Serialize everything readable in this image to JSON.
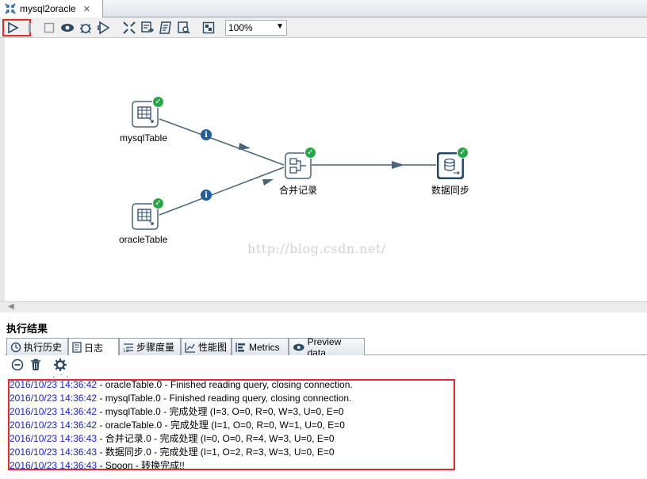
{
  "tab": {
    "title": "mysql2oracle",
    "close": "✕"
  },
  "toolbar": {
    "icons": [
      "run-icon",
      "stop-icon",
      "preview-icon",
      "debug-icon",
      "replay-icon",
      "verify-icon",
      "impact-icon",
      "sql-icon",
      "explore-db-icon",
      "show-results-icon"
    ],
    "zoom": "100%"
  },
  "canvas": {
    "steps": {
      "mysqlTable": "mysqlTable",
      "oracleTable": "oracleTable",
      "merge": "合并记录",
      "sync": "数据同步"
    },
    "watermark": "http://blog.csdn.net/"
  },
  "results": {
    "title": "执行结果",
    "tabs": [
      "执行历史",
      "日志",
      "步骤度量",
      "性能图",
      "Metrics",
      "Preview data"
    ]
  },
  "log": {
    "partial": ". ~ .",
    "lines": [
      {
        "ts": "2016/10/23 14:36:42",
        "msg": " - oracleTable.0 - Finished reading query, closing connection."
      },
      {
        "ts": "2016/10/23 14:36:42",
        "msg": " - mysqlTable.0 - Finished reading query, closing connection."
      },
      {
        "ts": "2016/10/23 14:36:42",
        "msg": " - mysqlTable.0 - 完成处理 (I=3, O=0, R=0, W=3, U=0, E=0"
      },
      {
        "ts": "2016/10/23 14:36:42",
        "msg": " - oracleTable.0 - 完成处理 (I=1, O=0, R=0, W=1, U=0, E=0"
      },
      {
        "ts": "2016/10/23 14:36:43",
        "msg": " - 合并记录.0 - 完成处理 (I=0, O=0, R=4, W=3, U=0, E=0"
      },
      {
        "ts": "2016/10/23 14:36:43",
        "msg": " - 数据同步.0 - 完成处理 (I=1, O=2, R=3, W=3, U=0, E=0"
      },
      {
        "ts": "2016/10/23 14:36:43",
        "msg": " - Spoon - 转换完成!!"
      }
    ]
  },
  "colors": {
    "highlight": "#e8262b",
    "timestamp": "#1b24cf",
    "ok": "#29a64a",
    "info": "#1f5f9e",
    "hop": "#4a6478"
  }
}
